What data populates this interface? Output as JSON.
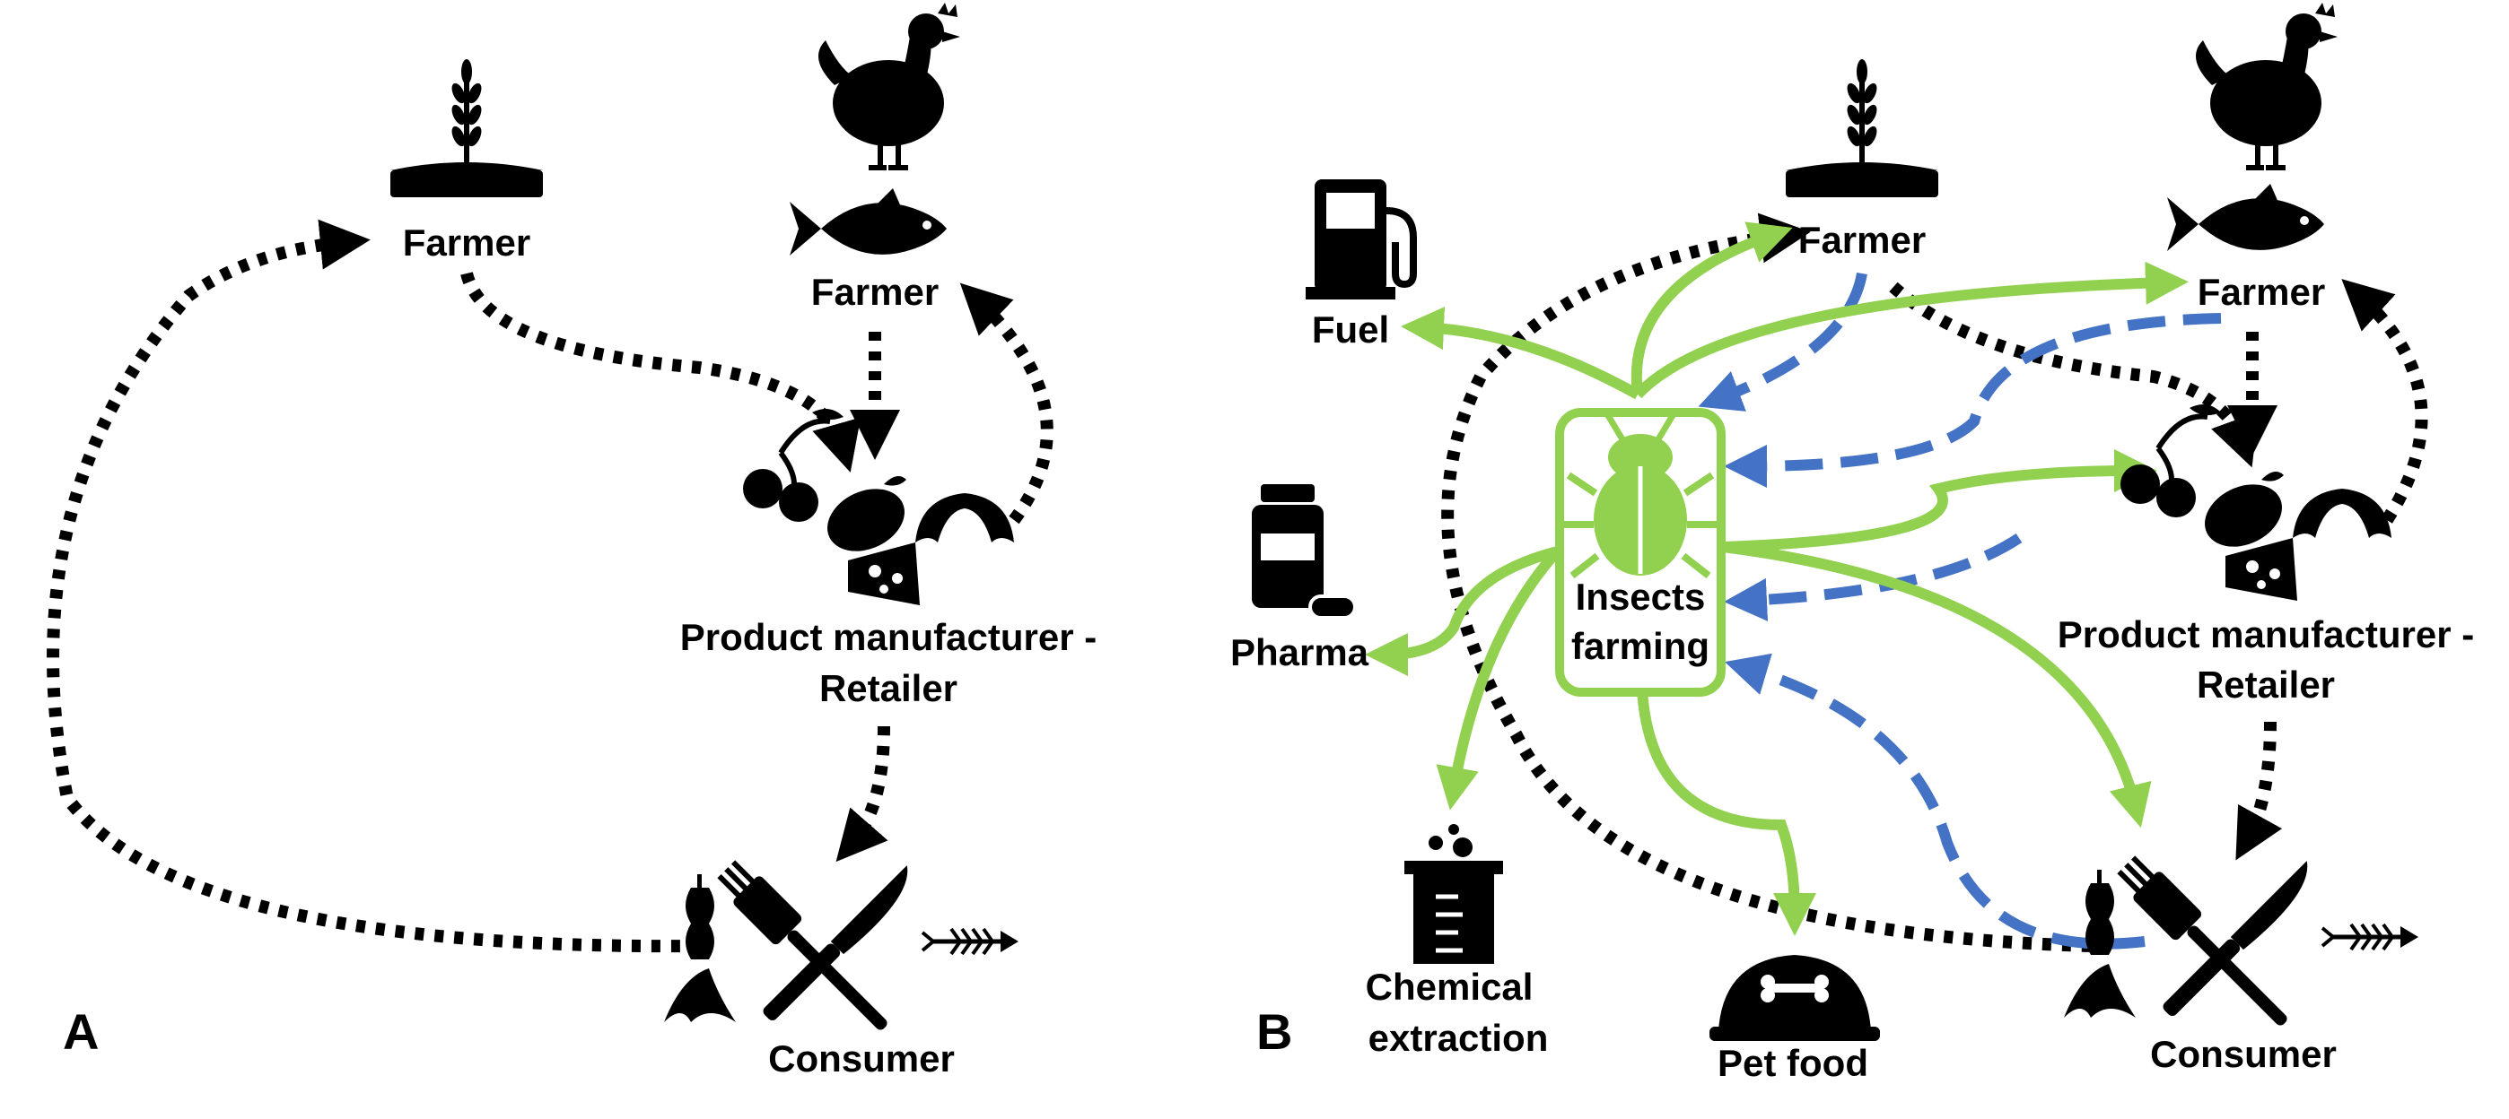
{
  "panels": {
    "a": {
      "letter": "A",
      "crop_farmer": "Farmer",
      "livestock_farmer": "Farmer",
      "manufacturer_line1": "Product manufacturer -",
      "manufacturer_line2": "Retailer",
      "consumer": "Consumer"
    },
    "b": {
      "letter": "B",
      "crop_farmer": "Farmer",
      "livestock_farmer": "Farmer",
      "manufacturer_line1": "Product manufacturer -",
      "manufacturer_line2": "Retailer",
      "consumer": "Consumer",
      "insects_line1": "Insects",
      "insects_line2": "farming",
      "fuel": "Fuel",
      "pharma": "Pharma",
      "chemical_line1": "Chemical",
      "chemical_line2": "extraction",
      "pet_food": "Pet food"
    }
  },
  "colors": {
    "flow_black": "#000000",
    "flow_green": "#92d050",
    "flow_blue": "#4472c4"
  },
  "icons": [
    "wheat-icon",
    "chicken-icon",
    "fish-icon",
    "cherries-icon",
    "eggplant-icon",
    "croissant-icon",
    "cheese-icon",
    "fork-knife-icon",
    "apple-core-icon",
    "banana-peel-icon",
    "fish-bone-icon",
    "bug-icon",
    "fuel-pump-icon",
    "pill-bottle-icon",
    "beaker-icon",
    "pet-bowl-icon"
  ]
}
